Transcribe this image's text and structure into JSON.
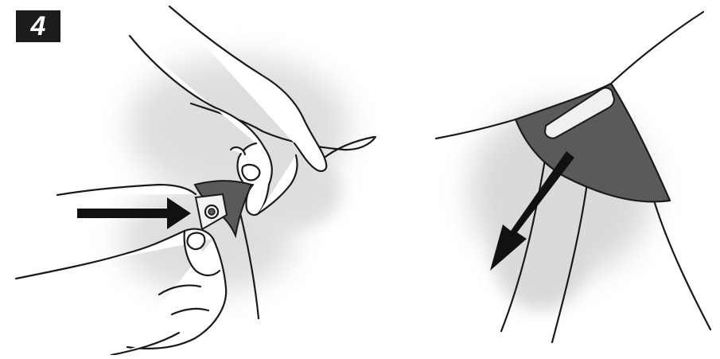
{
  "step": {
    "number": "4"
  },
  "panels": [
    {
      "id": "left",
      "icons": [
        "hand-icon",
        "hand-icon",
        "tab-icon",
        "arrow-right-icon"
      ]
    },
    {
      "id": "right",
      "icons": [
        "tab-icon",
        "arrow-down-left-icon"
      ]
    }
  ],
  "colors": {
    "ink": "#1a1a1a",
    "tab_fill": "#5a5a5a",
    "shadow": "#d6d6d6",
    "badge": "#1c1c1c",
    "badge_text": "#ffffff"
  }
}
